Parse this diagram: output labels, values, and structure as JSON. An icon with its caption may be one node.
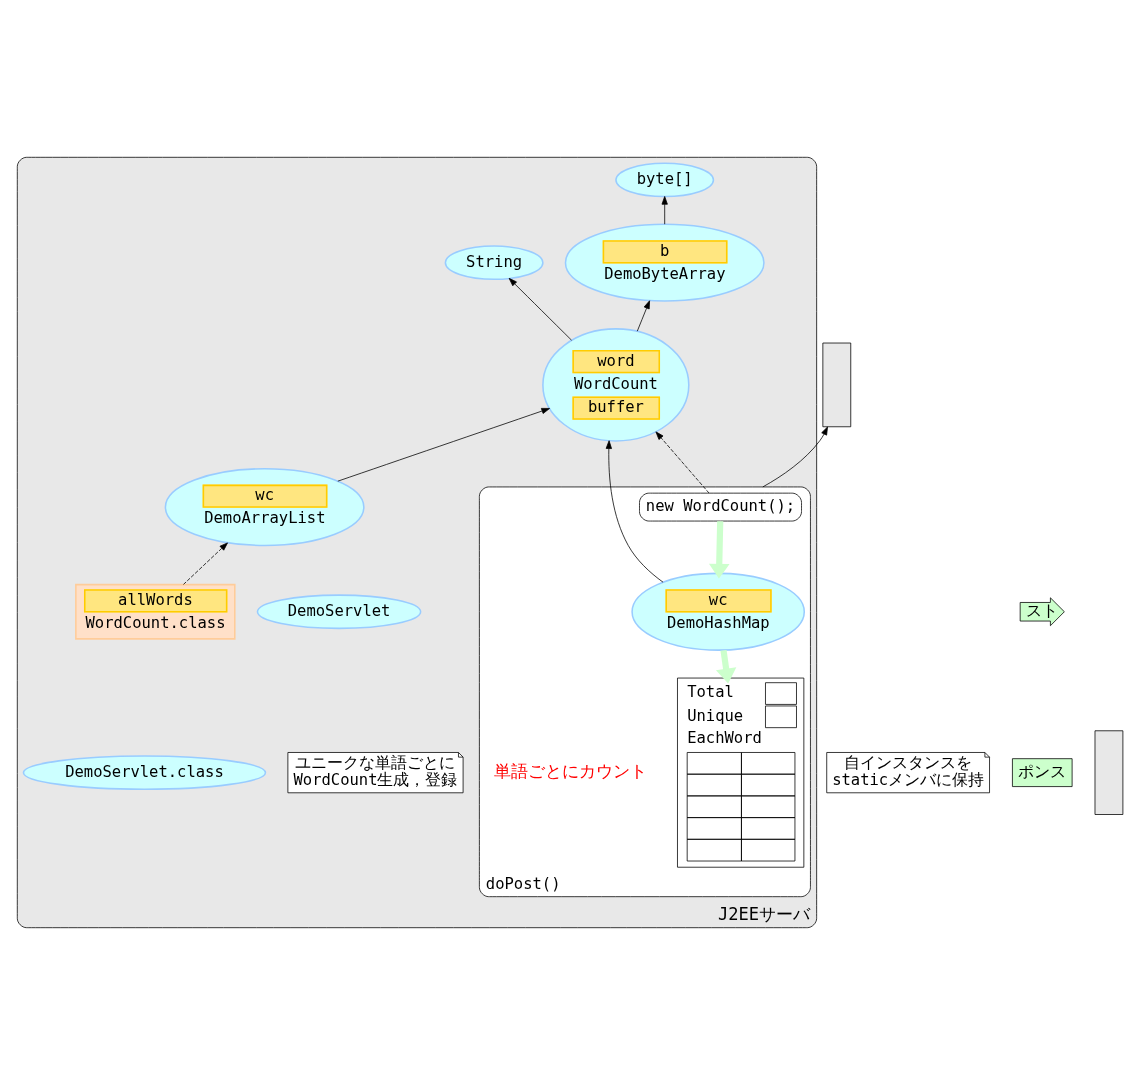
{
  "diagram": {
    "nodes": [
      {
        "text": [
          "J2EEサーバ"
        ]
      },
      {
        "text": [
          "doPost()"
        ],
        "in": 0
      },
      {
        "text": [
          "ユニークな単語ごとに WordCount生成，登録"
        ],
        "in": 0
      },
      {
        "text": [
          "new WordCount();"
        ],
        "in": 1
      },
      {
        "text": [
          "wc",
          "DemoHashMap"
        ],
        "in": 1
      },
      {
        "text": [
          "Total",
          "Unique",
          "EachWord"
        ],
        "in": 1
      },
      {
        "text": [
          "String"
        ],
        "in": 0
      },
      {
        "text": [
          "byte[]"
        ],
        "in": 0
      },
      {
        "text": [
          "b",
          "DemoByteArray"
        ],
        "in": 0
      },
      {
        "text": [
          "word",
          "WordCount",
          "buffer"
        ],
        "in": 0
      },
      {
        "text": [
          "wc",
          "DemoArrayList"
        ],
        "in": 0
      },
      {
        "text": [
          "DemoServlet"
        ],
        "in": 0
      },
      {
        "text": [
          "DemoServlet.class"
        ],
        "in": 0
      },
      {
        "text": [
          "allWords",
          "WordCount.class"
        ],
        "in": 0
      },
      {
        "text": [
          "自インスタンスを staticメンバに保持"
        ]
      },
      {
        "text": [
          "スト"
        ]
      },
      {
        "text": [
          "ポンス"
        ]
      },
      {
        "text": [],
        "shape": "box"
      },
      {
        "text": [],
        "shape": "box"
      }
    ],
    "edges": [
      {
        "from": 3,
        "to": 9,
        "arrow": "to",
        "style": "dashed"
      },
      {
        "from": 3,
        "to": 4,
        "arrow": "to",
        "style": "thick",
        "color": "#ccffcc"
      },
      {
        "from": 4,
        "to": 5,
        "arrow": "to",
        "style": "thick",
        "color": "#ccffcc"
      },
      {
        "from": 4,
        "to": 9,
        "arrow": "to"
      },
      {
        "from": 9,
        "to": 6,
        "arrow": "to"
      },
      {
        "from": 9,
        "to": 8,
        "arrow": "to"
      },
      {
        "from": 8,
        "to": 7,
        "arrow": "to"
      },
      {
        "from": 10,
        "to": 9,
        "arrow": "to"
      },
      {
        "from": 13,
        "to": 10,
        "arrow": "to",
        "style": "dashed"
      },
      {
        "from": 1,
        "to": 18,
        "arrow": "to"
      }
    ],
    "labels": [
      "単語ごとにカウント"
    ]
  }
}
